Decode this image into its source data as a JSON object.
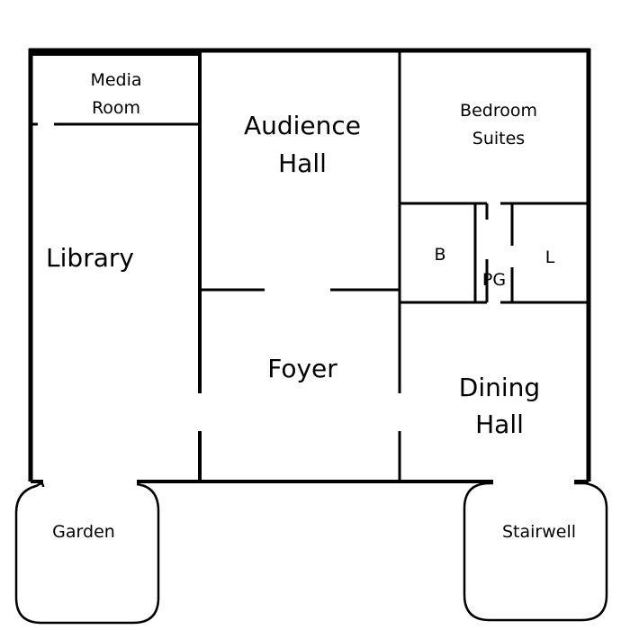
{
  "rooms": {
    "media_room": {
      "line1": "Media",
      "line2": "Room"
    },
    "audience_hall": {
      "line1": "Audience",
      "line2": "Hall"
    },
    "bedroom_suites": {
      "line1": "Bedroom",
      "line2": "Suites"
    },
    "library": "Library",
    "bath": "B",
    "passage": "PG",
    "laundry": "L",
    "foyer": "Foyer",
    "dining_hall": {
      "line1": "Dining",
      "line2": "Hall"
    },
    "garden": "Garden",
    "stairwell": "Stairwell"
  }
}
